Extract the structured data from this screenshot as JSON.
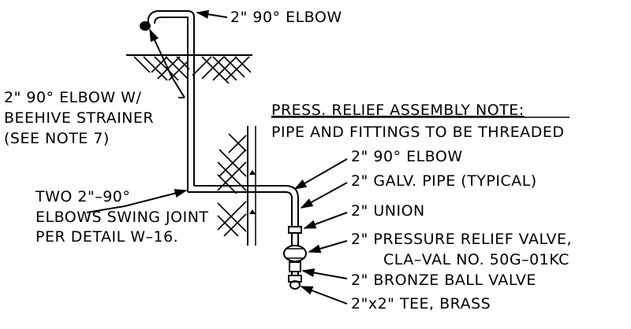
{
  "labels": {
    "top_elbow": "2\" 90° ELBOW",
    "strainer_line1": "2\" 90° ELBOW W/",
    "strainer_line2": "BEEHIVE STRAINER",
    "strainer_line3": "(SEE NOTE 7)",
    "swing_line1": "TWO 2\"–90°",
    "swing_line2": "ELBOWS SWING JOINT",
    "swing_line3": "PER DETAIL W–16."
  },
  "assembly_note": {
    "heading": "PRESS. RELIEF ASSEMBLY NOTE:",
    "text": "PIPE AND FITTINGS TO BE THREADED"
  },
  "callouts": [
    "2\" 90° ELBOW",
    "2\" GALV. PIPE (TYPICAL)",
    "2\" UNION",
    "2\" PRESSURE RELIEF VALVE,",
    "CLA–VAL NO. 50G–01KC",
    "2\" BRONZE BALL VALVE",
    "2\"x2\" TEE, BRASS"
  ]
}
